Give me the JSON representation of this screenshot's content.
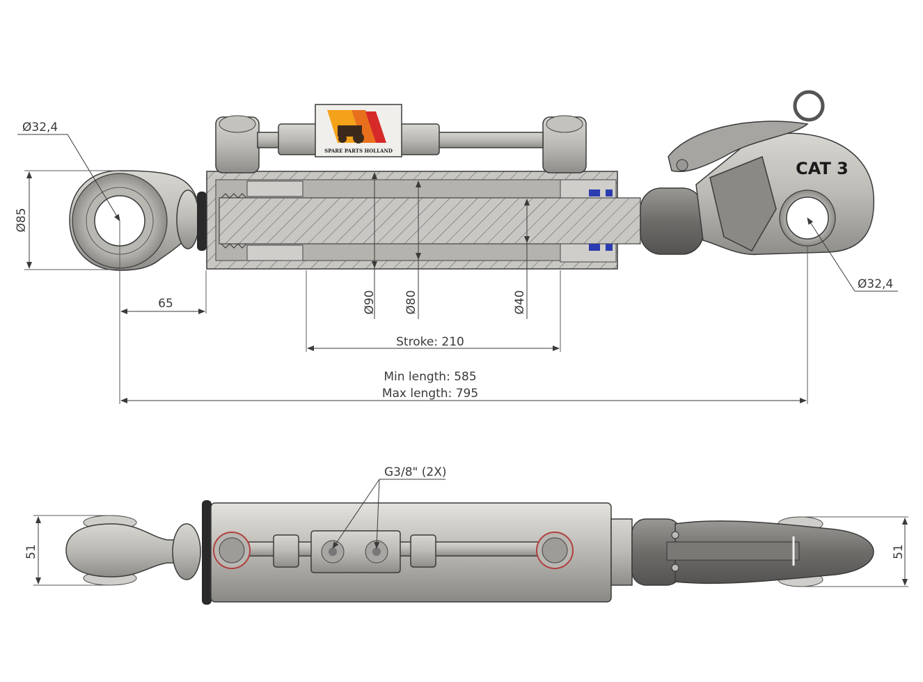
{
  "logo": {
    "text": "SPARE PARTS HOLLAND"
  },
  "category_label": "CAT 3",
  "top_view": {
    "dim_left_eye_bore": "Ø32,4",
    "dim_left_eye_height": "Ø85",
    "dim_right_hook_bore": "Ø32,4",
    "dim_eye_to_body": "65",
    "dim_bore": "Ø90",
    "dim_inner": "Ø80",
    "dim_rod": "Ø40",
    "dim_stroke": "Stroke: 210",
    "dim_min_length": "Min length: 585",
    "dim_max_length": "Max length: 795"
  },
  "bottom_view": {
    "dim_port": "G3/8\" (2X)",
    "dim_left_width": "51",
    "dim_right_width": "51"
  },
  "colors": {
    "steel": "#b9b7b2",
    "steel_dark": "#8e8c88",
    "seal_blue": "#2b3bb0",
    "ring_red": "#b04040"
  }
}
